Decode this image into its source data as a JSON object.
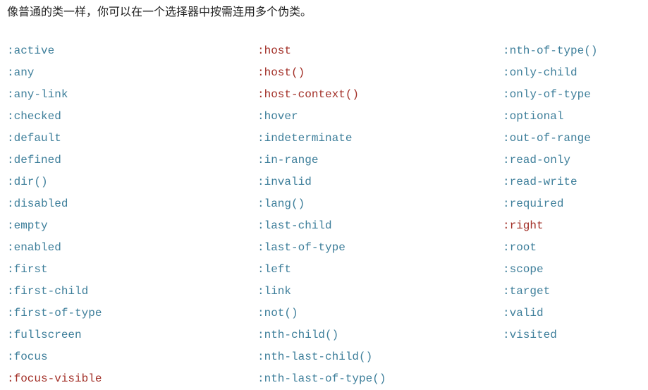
{
  "intro": "像普通的类一样，你可以在一个选择器中按需连用多个伪类。",
  "colors": {
    "link": "#3d7e9a",
    "broken_link": "#a22f27",
    "text": "#212121"
  },
  "pseudo_class_index": {
    "columns": [
      {
        "items": [
          {
            "label": ":active",
            "new": false
          },
          {
            "label": ":any",
            "new": false
          },
          {
            "label": ":any-link",
            "new": false
          },
          {
            "label": ":checked",
            "new": false
          },
          {
            "label": ":default",
            "new": false
          },
          {
            "label": ":defined",
            "new": false
          },
          {
            "label": ":dir()",
            "new": false
          },
          {
            "label": ":disabled",
            "new": false
          },
          {
            "label": ":empty",
            "new": false
          },
          {
            "label": ":enabled",
            "new": false
          },
          {
            "label": ":first",
            "new": false
          },
          {
            "label": ":first-child",
            "new": false
          },
          {
            "label": ":first-of-type",
            "new": false
          },
          {
            "label": ":fullscreen",
            "new": false
          },
          {
            "label": ":focus",
            "new": false
          },
          {
            "label": ":focus-visible",
            "new": true
          }
        ]
      },
      {
        "items": [
          {
            "label": ":host",
            "new": true
          },
          {
            "label": ":host()",
            "new": true
          },
          {
            "label": ":host-context()",
            "new": true
          },
          {
            "label": ":hover",
            "new": false
          },
          {
            "label": ":indeterminate",
            "new": false
          },
          {
            "label": ":in-range",
            "new": false
          },
          {
            "label": ":invalid",
            "new": false
          },
          {
            "label": ":lang()",
            "new": false
          },
          {
            "label": ":last-child",
            "new": false
          },
          {
            "label": ":last-of-type",
            "new": false
          },
          {
            "label": ":left",
            "new": false
          },
          {
            "label": ":link",
            "new": false
          },
          {
            "label": ":not()",
            "new": false
          },
          {
            "label": ":nth-child()",
            "new": false
          },
          {
            "label": ":nth-last-child()",
            "new": false
          },
          {
            "label": ":nth-last-of-type()",
            "new": false
          }
        ]
      },
      {
        "items": [
          {
            "label": ":nth-of-type()",
            "new": false
          },
          {
            "label": ":only-child",
            "new": false
          },
          {
            "label": ":only-of-type",
            "new": false
          },
          {
            "label": ":optional",
            "new": false
          },
          {
            "label": ":out-of-range",
            "new": false
          },
          {
            "label": ":read-only",
            "new": false
          },
          {
            "label": ":read-write",
            "new": false
          },
          {
            "label": ":required",
            "new": false
          },
          {
            "label": ":right",
            "new": true
          },
          {
            "label": ":root",
            "new": false
          },
          {
            "label": ":scope",
            "new": false
          },
          {
            "label": ":target",
            "new": false
          },
          {
            "label": ":valid",
            "new": false
          },
          {
            "label": ":visited",
            "new": false
          }
        ]
      }
    ]
  }
}
